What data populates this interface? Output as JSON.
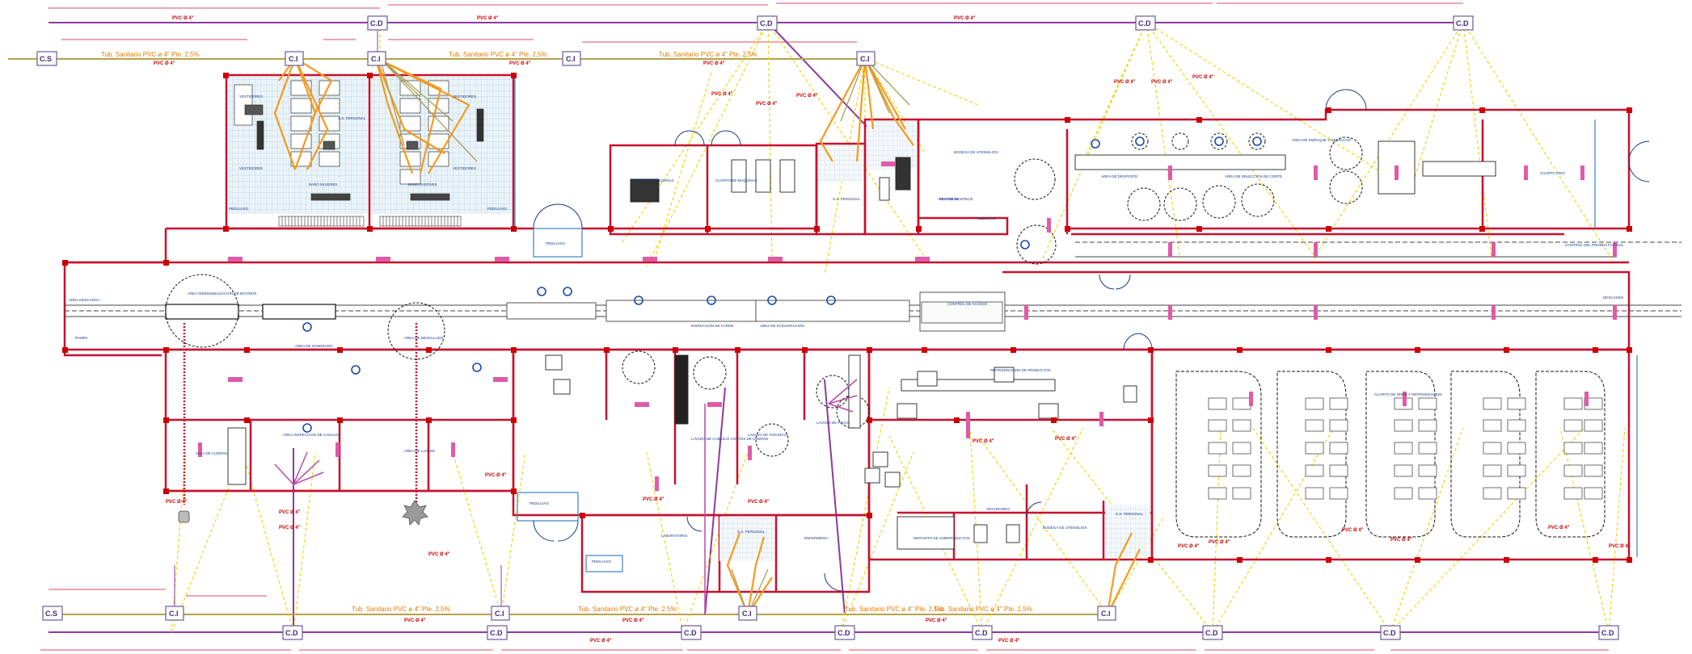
{
  "colors": {
    "wall": "#c8102e",
    "column": "#cc0000",
    "pvc_main": "#8e3a9e",
    "orange_pipe": "#f39a1e",
    "yellow_dash": "#e8d400",
    "magenta_fixture": "#e05aa8",
    "node_border": "#6a5a9a",
    "label_blue": "#1a3a8a"
  },
  "nodes": {
    "cs_top": "C.S",
    "cs_bottom": "C.S",
    "ci_t1": "C.I",
    "ci_t2": "C.I",
    "ci_t3": "C.I",
    "ci_t4": "C.I",
    "ci_b1": "C.I",
    "ci_b2": "C.I",
    "ci_b3": "C.I",
    "ci_b4": "C.I",
    "cd_t1": "C.D",
    "cd_t2": "C.D",
    "cd_t3": "C.D",
    "cd_t4": "C.D",
    "cd_b1": "C.D",
    "cd_b2": "C.D",
    "cd_b3": "C.D",
    "cd_b4": "C.D",
    "cd_b5": "C.D",
    "cd_b6": "C.D",
    "cd_b7": "C.D",
    "cd_b8": "C.D"
  },
  "pipe_labels": {
    "top_1": "Tub. Sanitario  PVC  ø 4\"  Pte. 2,5%",
    "top_2": "Tub. Sanitario  PVC  ø 4\"  Pte. 2,5%",
    "top_3": "Tub. Sanitario  PVC  ø 4\"  Pte. 2,5%",
    "bottom_1": "Tub. Sanitario  PVC  ø 4\"  Pte. 2,5%",
    "bottom_2": "Tub. Sanitario  PVC  ø 4\"  Pte. 2,5%",
    "bottom_3": "Tub. Sanitario  PVC  ø 4\"  Pte. 2,5%",
    "bottom_4": "Tub. Sanitario  PVC  ø 4\"  Pte. 2,5%"
  },
  "pvc_labels": {
    "a": "PVC Ø 4\"",
    "b": "PVC Ø 4\"",
    "c": "PVC Ø 4\"",
    "d": "PVC Ø 4\"",
    "e": "PVC Ø 4\"",
    "f": "PVC Ø 4\"",
    "g": "PVC Ø 4\"",
    "h": "PVC Ø 4\"",
    "i": "PVC Ø 4\"",
    "j": "PVC Ø 4\"",
    "k": "PVC Ø 4\"",
    "l": "PVC Ø 4\"",
    "m": "PVC Ø 4\"",
    "n": "PVC Ø 4\"",
    "o": "PVC Ø 4\"",
    "p": "PVC Ø 4\"",
    "q": "PVC Ø 4\"",
    "r": "PVC Ø 4\"",
    "s": "PVC Ø 4\"",
    "t": "PVC Ø 4\"",
    "u": "PVC Ø 4\"",
    "v": "PVC Ø 4\"",
    "w": "PVC Ø 4\"",
    "x": "PVC Ø 4\"",
    "y": "PVC Ø 4\"",
    "z": "PVC Ø 4\"",
    "aa": "PVC Ø 4\"",
    "ab": "PVC Ø 4\"",
    "ac": "PVC Ø 4\"",
    "ad": "PVC Ø 4\"",
    "ae": "PVC Ø 4\"",
    "af": "PVC Ø 4\""
  },
  "rooms": {
    "area_descarga": "AREA DESCARGA",
    "vestidores_1": "VESTIDORES",
    "vestidores_2": "VESTIDORES",
    "vestidores_3": "VESTIDORES",
    "vestidores_4": "VESTIDORES",
    "bano_mujeres": "BAÑO MUJERES",
    "bano_varones": "BAÑO VARONES",
    "ss_personal_a": "S.S. PERSONAL",
    "ss_personal_b": "S.S. PERSONAL",
    "ss_personal_c": "S.S. PERSONAL",
    "ss_personal_d": "S.S. PERSONAL",
    "pediluvio_1": "PEDILUVIO",
    "pediluvio_2": "PEDILUVIO",
    "pediluvio_3": "PEDILUVIO",
    "pediluvio_4": "PEDILUVIO",
    "pediluvio_5": "PEDILUVIO",
    "pediluvio_6": "PEDILUVIO",
    "cuarto_maquinas": "CUARTO DE MAQUINAS",
    "cuarto_maquinas_2": "CUARTO DE MAQUINAS",
    "bodega_utensilios": "BODEGA DE UTENSILIOS",
    "bodega_utensilios_2": "BODEGA DE UTENSILIOS",
    "area_empaque": "AREA DE EMPAQUE Y DESPACHO",
    "control_final": "CONTROL DEL PRODUCTO FINAL",
    "cuarto_frio": "CUARTO FRIO",
    "area_desposte": "AREA DE DESPOSTE",
    "area_seleccion": "AREA DE SELECCION DE CORTE",
    "area_despiece": "AREA DE DESPIECE",
    "area_insensibilizacion": "AREA INSENSIBILIZACION DE BOVINOS",
    "area_sangrado": "AREA DE SANGRADO",
    "area_desollado": "AREA DE DESOLLADO",
    "area_evisceracion": "AREA DE EVISCERACION",
    "area_inspeccion_canales": "AREA INSPECCION DE CANALES",
    "area_inspeccion_carne": "INSPECCION DE CARNE",
    "lavado_cabezas": "LAVADO DE CABEZAS CORTES DE CUEROS",
    "lavado_patas": "LAVADO DE PATAS",
    "lavado_visceras": "LAVADO DE VISCERAS",
    "sala_cueros": "SALA DE CUEROS",
    "refrigeracion": "REFRIGERACION DE PRODUCTOS",
    "cuarto_oreo": "CUARTO DE OREO Y REFRIGERACION",
    "laboratorio": "LABORATORIO",
    "enfermeria": "ENFERMERIA",
    "vestuario_mix": "VESTIDORES",
    "deposito_subproductos": "DEPOSITO DE SUBPRODUCTOS",
    "area_vsi": "AREA DE LAVADO",
    "control_acceso": "CONTROL DE ACCESO",
    "rampa": "RAMPA",
    "vestidor_small": "VESTIDOR",
    "descanso": "DESCANSO"
  },
  "legend": {}
}
